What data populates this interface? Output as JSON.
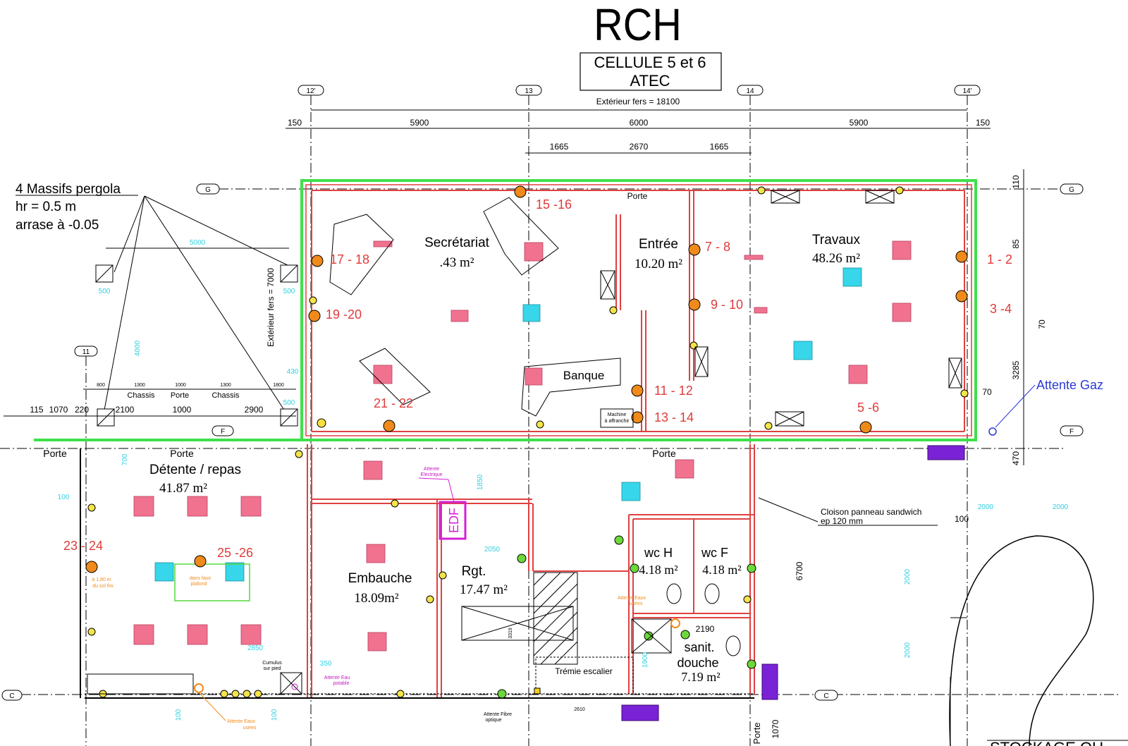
{
  "title": "RCH",
  "subtitle_line1": "CELLULE 5 et 6",
  "subtitle_line2": "ATEC",
  "ext_fers": "Extérieur fers = 18100",
  "ext_fers_v": "Extérieur fers = 7000",
  "axes": {
    "a12p": "12'",
    "a13": "13",
    "a14": "14",
    "a14p": "14'",
    "g": "G",
    "f": "F",
    "c": "C",
    "a11": "11"
  },
  "dims_top": [
    "150",
    "5900",
    "6000",
    "5900",
    "150"
  ],
  "dims_sub": [
    "1665",
    "2670",
    "1665"
  ],
  "dims_right": [
    "110",
    "85",
    "70",
    "3285",
    "70",
    "470"
  ],
  "pergola": {
    "line1": "4 Massifs pergola",
    "line2": "hr = 0.5 m",
    "line3": "arrase à -0.05"
  },
  "pergola_dims": {
    "d5000": "5000",
    "d500a": "500",
    "d500b": "500",
    "d500c": "500",
    "d4000": "4000",
    "d800": "800",
    "d1300a": "1300",
    "d1000": "1000",
    "d1300b": "1300",
    "d1800": "1800",
    "d430": "430",
    "chassis1": "Chassis",
    "porte1": "Porte",
    "chassis2": "Chassis",
    "d115": "115",
    "d1070": "1070",
    "d220": "220",
    "d2100": "2100",
    "d1000b": "1000",
    "d2900": "2900"
  },
  "rooms": {
    "secretariat": {
      "name": "Secrétariat",
      "area": ".43 m²"
    },
    "entree": {
      "name": "Entrée",
      "area": "10.20 m²"
    },
    "travaux": {
      "name": "Travaux",
      "area": "48.26 m²"
    },
    "banque": {
      "name": "Banque"
    },
    "detente": {
      "name": "Détente / repas",
      "area": "41.87 m²"
    },
    "embauche": {
      "name": "Embauche",
      "area": "18.09m²"
    },
    "rgt": {
      "name": "Rgt.",
      "area": "17.47 m²"
    },
    "wch": {
      "name": "wc H",
      "area": "4.18 m²"
    },
    "wcf": {
      "name": "wc F",
      "area": "4.18 m²"
    },
    "sanit": {
      "name": "sanit.",
      "name2": "douche",
      "area": "7.19 m²"
    },
    "tremie": {
      "name": "Trémie escalier"
    }
  },
  "sockets": {
    "s1516": "15 -16",
    "s1718": "17 - 18",
    "s1920": "19 -20",
    "s2122": "21 - 22",
    "s78": "7 - 8",
    "s910": "9 - 10",
    "s1112": "11 - 12",
    "s1314": "13 - 14",
    "s12": "1 - 2",
    "s34": "3 -4",
    "s56": "5 -6",
    "s2324": "23 - 24",
    "s2526": "25 -26"
  },
  "labels": {
    "attente_gaz": "Attente Gaz",
    "porte_a": "Porte",
    "porte_b": "Porte",
    "porte_c": "Porte",
    "porte_d": "Porte",
    "porte_e": "Porte",
    "cloison1": "Cloison panneau sandwich",
    "cloison2": "ep 120 mm",
    "edf": "EDF",
    "attente_elec1": "Attente",
    "attente_elec2": "Electrique",
    "attente_eau_us1": "Attente Eaux",
    "attente_eau_us2": "usées",
    "attente_eau_pot1": "Attente Eau",
    "attente_eau_pot2": "potable",
    "attente_eau_us3": "Attente Eaux",
    "attente_eau_us4": "usées",
    "cumulus1": "Cumulus",
    "cumulus2": "sur pied",
    "fibre1": "Attente Fibre",
    "fibre2": "optique",
    "machine1": "Machine",
    "machine2": "à affranchir",
    "faux1": "dans faux",
    "faux2": "plafond",
    "sol1": "à 1,80 m",
    "sol2": "du sol fini",
    "stockage": "STOCKAGE OU",
    "porte_partial": "Porte"
  },
  "dims_misc": {
    "d1850": "1850",
    "d2050": "2050",
    "d3319": "3319",
    "d2610": "2610",
    "d2190": "2190",
    "d6700": "6700",
    "d100": "100",
    "d2000a": "2000",
    "d2000b": "2000",
    "d2000c": "2000",
    "d2000d": "2000",
    "d1070": "1070",
    "d700": "700",
    "d100b": "100",
    "d2850": "2850",
    "d350": "350",
    "d100c": "100",
    "d100d": "100",
    "d1900": "1900"
  }
}
